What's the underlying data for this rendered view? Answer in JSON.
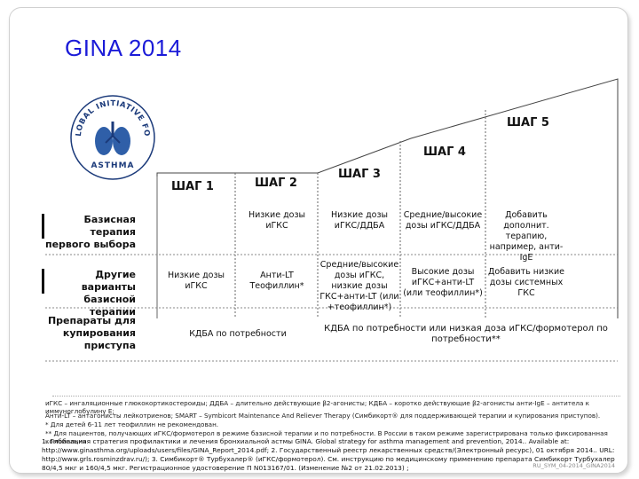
{
  "title": "GINA 2014",
  "logo": {
    "arc_text": "GLOBAL INITIATIVE FOR",
    "bottom_text": "ASTHMA"
  },
  "steps": [
    "ШАГ 1",
    "ШАГ 2",
    "ШАГ 3",
    "ШАГ 4",
    "ШАГ 5"
  ],
  "rows": [
    {
      "label": "Базисная терапия первого выбора",
      "cells": [
        "",
        "Низкие дозы иГКС",
        "Низкие дозы иГКС/ДДБА",
        "Средние/высокие дозы иГКС/ДДБА",
        "Добавить дополнит. терапию, например, анти-IgE"
      ]
    },
    {
      "label": "Другие варианты базисной терапии",
      "cells": [
        "Низкие дозы иГКС",
        "Анти-LT Теофиллин*",
        "Средние/высокие дозы иГКС, низкие дозы ГКС+анти-LT (или +теофиллин*)",
        "Высокие дозы иГКС+анти-LT (или теофиллин*)",
        "Добавить низкие дозы системных ГКС"
      ]
    },
    {
      "label": "Препараты для купирования приступа",
      "cells": [
        "КДБА по потребности",
        "КДБА по потребности или низкая доза иГКС/формотерол по потребности**"
      ]
    }
  ],
  "footnotes": [
    "иГКС – ингаляционные глюкокортикостероиды; ДДБА – длительно действующие β2-агонисты; КДБА – коротко действующие β2-агонисты анти-IgE – антитела к иммуноглобулину Е;",
    "Анти-LT – антагонисты лейкотриенов; SMART – Symbicort Maintenance And Reliever Therapy (Симбикорт® для поддерживающей терапии и купирования приступов).",
    "* Для детей 6-11 лет теофиллин не рекомендован.",
    "** Для пациентов, получающих иГКС/формотерол в режиме базисной терапии и по потребности. В России в таком режиме зарегистрирована только фиксированная комбинация"
  ],
  "references": "1. Глобальная стратегия профилактики и лечения бронхиальной астмы GINA. Global strategy for asthma management and prevention, 2014.. Available at: http://www.ginasthma.org/uploads/users/files/GINA_Report_2014.pdf; 2. Государственный реестр лекарственных средств/(Электронный ресурс), 01 октября 2014.. URL: http://www.grls.rosminzdrav.ru/); 3. Симбикорт® Турбухалер® (иГКС/формотерол). См. инструкцию по медицинскому применению препарата Симбикорт Турбухалер 80/4,5 мкг и 160/4,5 мкг. Регистрационное удостоверение П N013167/01. (Изменение №2 от 21.02.2013) ;",
  "doc_code": "RU_SYM_04-2014_GINA2014"
}
